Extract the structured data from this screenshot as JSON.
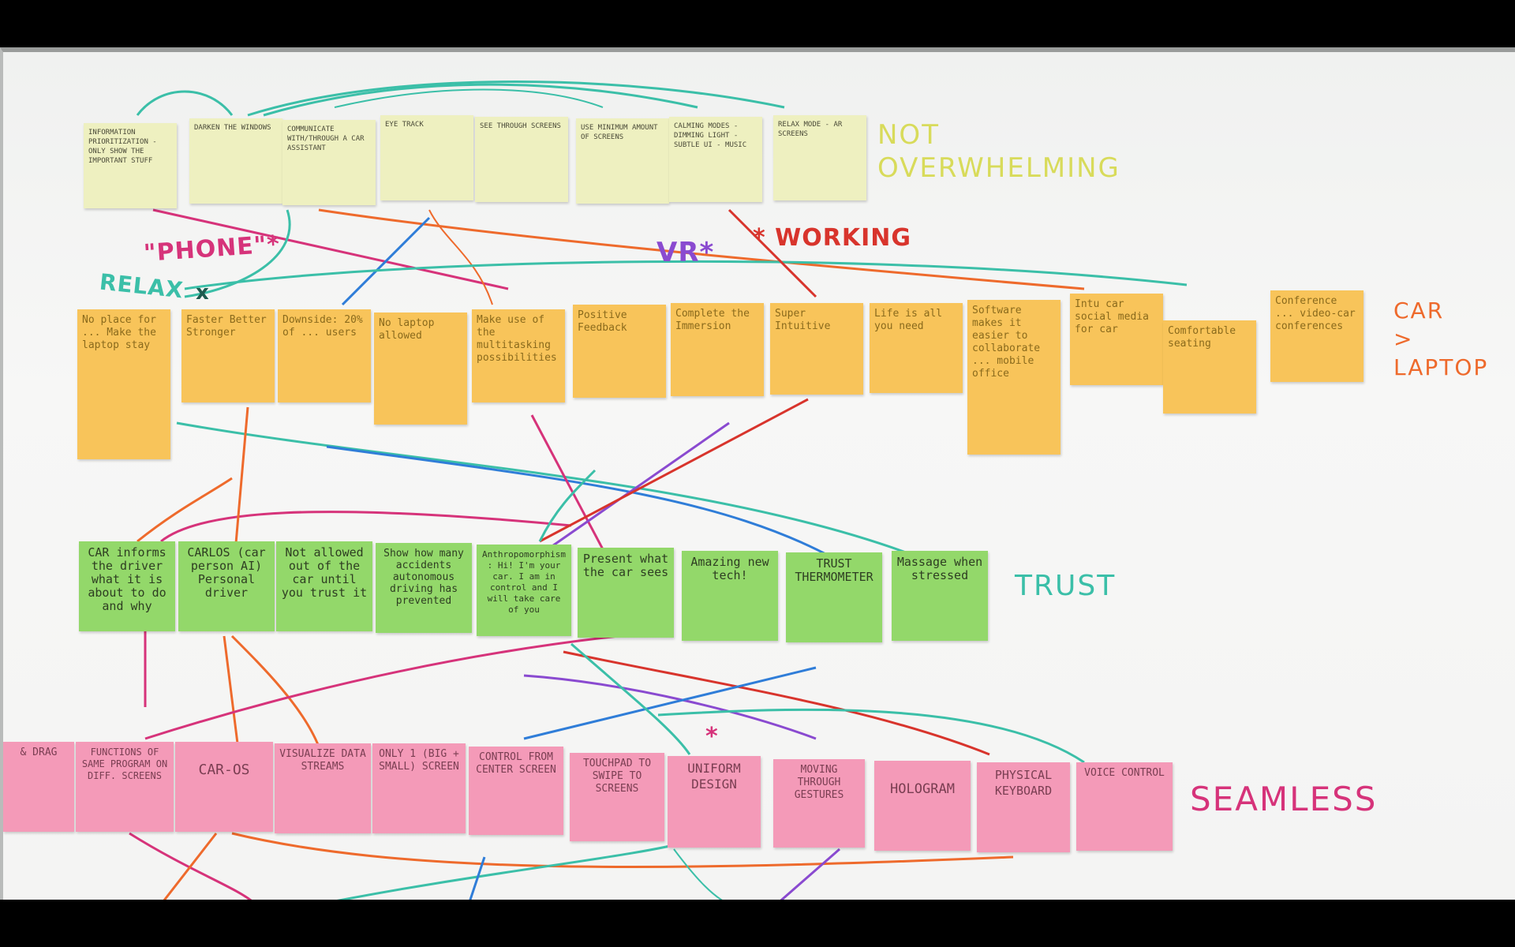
{
  "colors": {
    "board": "#f4f4f3",
    "yellow_note": "#eef0c0",
    "orange_note": "#f8c45a",
    "green_note": "#93d86a",
    "pink_note": "#f49ab8",
    "marker_green": "#3bbfa8",
    "marker_pink": "#d6337a",
    "marker_orange": "#ee6a2c",
    "marker_blue": "#2f7dd8",
    "marker_purple": "#8a4ad0",
    "marker_red": "#d8342c"
  },
  "categories": {
    "not_overwhelming": "NOT OVERWHELMING",
    "car_laptop_line1": "CAR",
    "car_laptop_line2": ">",
    "car_laptop_line3": "LAPTOP",
    "trust": "TRUST",
    "seamless": "SEAMLESS"
  },
  "annotations": {
    "phone": "\"PHONE\"*",
    "relax": "RELAX",
    "relax_x": "x",
    "vr": "VR*",
    "working": "* WORKING",
    "star": "*"
  },
  "rows": {
    "not_overwhelming": [
      "Information prioritization - only show the important stuff",
      "Darken the windows",
      "Communicate with/through a car assistant",
      "Eye track",
      "See through screens",
      "Use minimum amount of screens",
      "Calming modes - dimming light - subtle UI - music",
      "Relax mode - AR screens"
    ],
    "car_laptop": [
      "No place for ... Make the laptop stay",
      "Faster Better Stronger",
      "Downside: 20% of ... users",
      "No laptop allowed",
      "Make use of the multitasking possibilities",
      "Positive Feedback",
      "Complete the Immersion",
      "Super Intuitive",
      "Life is all you need",
      "Software makes it easier to collaborate ... mobile office",
      "Intu car social media for car",
      "Comfortable seating",
      "Conference ... video-car conferences"
    ],
    "trust": [
      "CAR informs the driver what it is about to do and why",
      "CARLOS (car person AI) Personal driver",
      "Not allowed out of the car until you trust it",
      "Show how many accidents autonomous driving has prevented",
      "Anthropomorphism: Hi! I'm your car. I am in control and I will take care of you",
      "Present what the car sees",
      "Amazing new tech!",
      "TRUST THERMOMETER",
      "Massage when stressed"
    ],
    "seamless": [
      "& DRAG",
      "Functions of same program on diff. screens",
      "CAR-OS",
      "Visualize data streams",
      "Only 1 (big + small) screen",
      "Control from center screen",
      "Touchpad to swipe to screens",
      "Uniform design",
      "Moving through gestures",
      "Hologram",
      "Physical keyboard",
      "Voice control"
    ]
  }
}
